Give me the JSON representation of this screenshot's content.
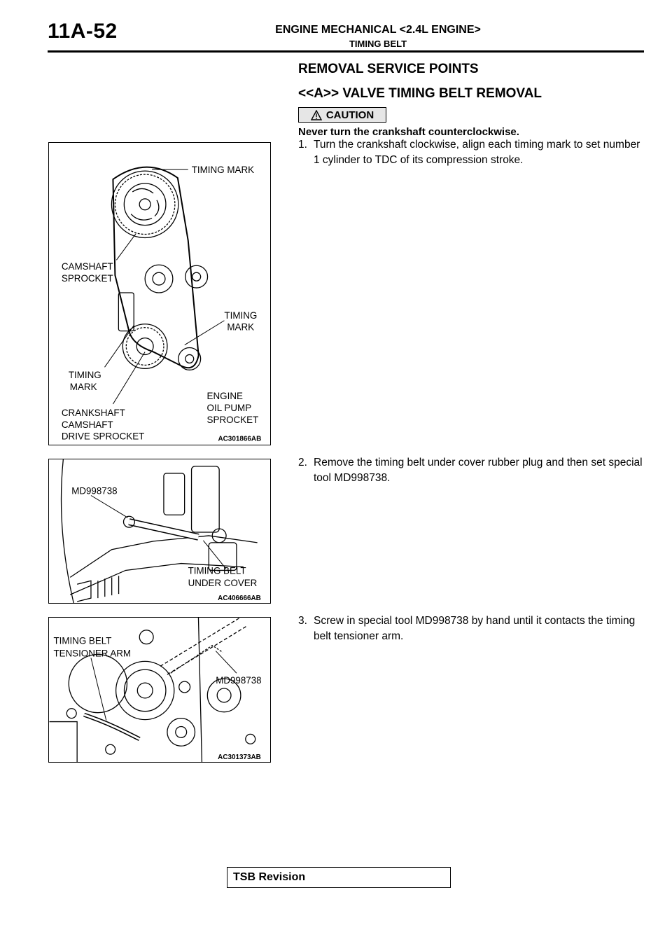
{
  "header": {
    "page_number": "11A-52",
    "title": "ENGINE MECHANICAL <2.4L ENGINE>",
    "subtitle": "TIMING BELT"
  },
  "content": {
    "heading": "REMOVAL SERVICE POINTS",
    "subheading": "<<A>> VALVE TIMING BELT REMOVAL",
    "caution_label": "CAUTION",
    "caution_text": "Never turn the crankshaft counterclockwise.",
    "steps": [
      {
        "num": "1.",
        "text": "Turn the crankshaft clockwise, align each timing mark to set number 1 cylinder to TDC of its compression stroke."
      },
      {
        "num": "2.",
        "text": "Remove the timing belt under cover rubber plug and then set special tool MD998738."
      },
      {
        "num": "3.",
        "text": "Screw in special tool MD998738 by hand until it contacts the timing belt tensioner arm."
      }
    ]
  },
  "figures": [
    {
      "code": "AC301866AB",
      "labels": {
        "timing_mark_top": "TIMING MARK",
        "camshaft_sprocket_1": "CAMSHAFT",
        "camshaft_sprocket_2": "SPROCKET",
        "timing_mark_right_1": "TIMING",
        "timing_mark_right_2": "MARK",
        "timing_mark_left_1": "TIMING",
        "timing_mark_left_2": "MARK",
        "engine_oil_pump_1": "ENGINE",
        "engine_oil_pump_2": "OIL PUMP",
        "engine_oil_pump_3": "SPROCKET",
        "crankshaft_1": "CRANKSHAFT",
        "crankshaft_2": "CAMSHAFT",
        "crankshaft_3": "DRIVE SPROCKET"
      }
    },
    {
      "code": "AC406666AB",
      "labels": {
        "tool": "MD998738",
        "cover_1": "TIMING BELT",
        "cover_2": "UNDER COVER"
      }
    },
    {
      "code": "AC301373AB",
      "labels": {
        "tensioner_1": "TIMING BELT",
        "tensioner_2": "TENSIONER ARM",
        "tool": "MD998738"
      }
    }
  ],
  "footer": {
    "label": "TSB Revision"
  }
}
